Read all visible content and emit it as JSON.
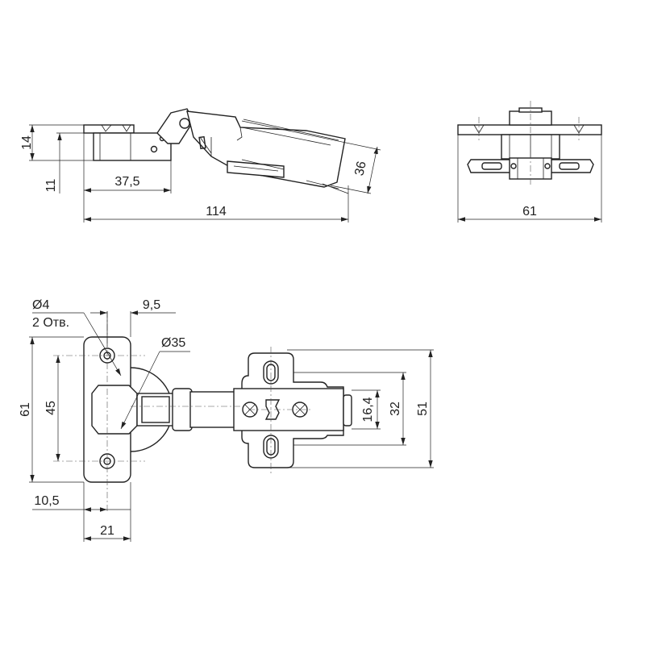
{
  "side_view": {
    "dim_height_total": "14",
    "dim_height_plate": "11",
    "dim_plate_offset": "37,5",
    "dim_length_total": "114",
    "dim_arm_height": "36"
  },
  "end_view": {
    "dim_width": "61"
  },
  "plan_view": {
    "hole_diameter": "Ø4",
    "hole_count": "2 Отв.",
    "dim_hole_edge": "9,5",
    "cup_diameter": "Ø35",
    "dim_plate_height": "61",
    "dim_hole_spacing": "45",
    "dim_hole_offset": "10,5",
    "dim_plate_width": "21",
    "dim_slot_spacing": "16,4",
    "dim_mount_spacing": "32",
    "dim_mount_height": "51"
  },
  "colors": {
    "line": "#222222",
    "background": "#ffffff"
  }
}
